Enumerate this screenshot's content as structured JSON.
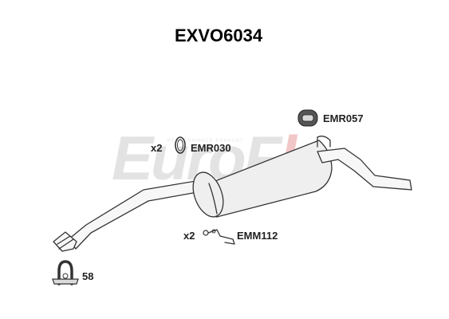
{
  "title": "EXVO6034",
  "watermark": {
    "text_main": "EuroF",
    "text_accent": "lo",
    "tagline": "PERFORMANCE EXHAUST"
  },
  "parts": [
    {
      "qty": "x2",
      "code": "EMR030",
      "icon": "exhaust-ring-gasket-icon"
    },
    {
      "qty": "",
      "code": "EMR057",
      "icon": "rubber-mount-icon"
    },
    {
      "qty": "x2",
      "code": "EMM112",
      "icon": "mounting-bracket-icon"
    },
    {
      "qty": "",
      "code": "58",
      "icon": "u-bolt-clamp-icon"
    }
  ],
  "colors": {
    "watermark_grey": "#e3e3e3",
    "watermark_red": "#f1c7c7",
    "line": "#333333"
  }
}
